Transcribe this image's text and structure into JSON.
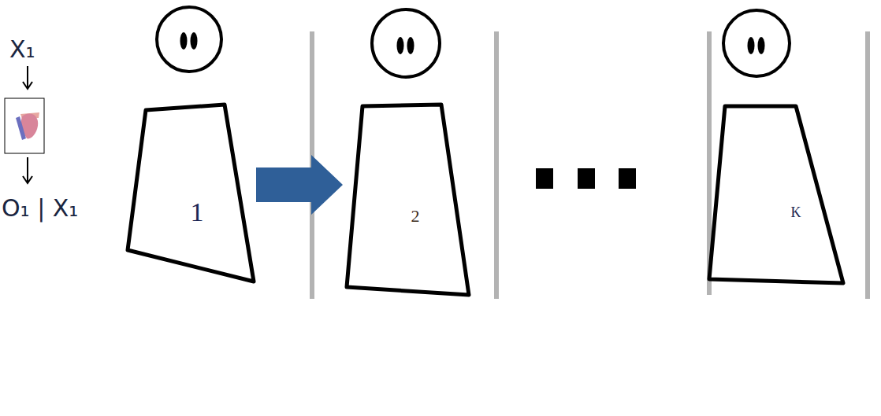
{
  "diagram": {
    "nodes": [
      {
        "text": [
          "1"
        ]
      },
      {
        "text": [
          "2"
        ]
      },
      {
        "text": [
          "K"
        ]
      }
    ],
    "edges": [
      {
        "from": 0,
        "to": 1,
        "arrow": "to"
      }
    ],
    "labels": [
      "X₁",
      "O₁ | X₁"
    ]
  }
}
